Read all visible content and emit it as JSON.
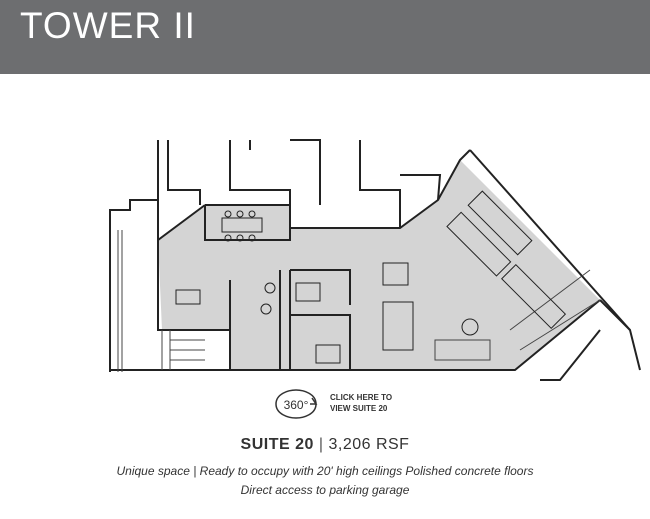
{
  "header": {
    "title": "TOWER II"
  },
  "tour": {
    "badge_label": "360°",
    "line1": "CLICK HERE TO",
    "line2": "VIEW SUITE 20"
  },
  "suite": {
    "name": "SUITE 20",
    "separator": "|",
    "size": "3,206 RSF"
  },
  "description": {
    "line1": "Unique space  |  Ready to occupy with 20' high ceilings Polished concrete floors",
    "line2": "Direct access to parking garage"
  },
  "colors": {
    "header_bg": "#6d6e70",
    "suite_fill": "#d4d4d4",
    "wall": "#222222"
  },
  "icons": [
    "rotate-360-icon"
  ]
}
